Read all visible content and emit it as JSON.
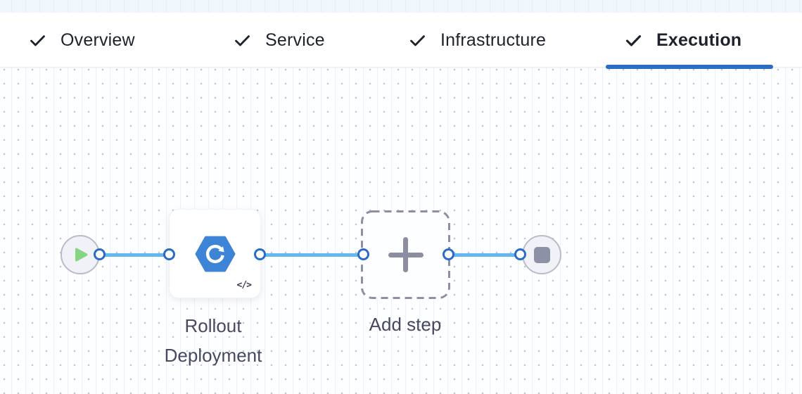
{
  "header": {
    "tabs": [
      {
        "label": "Overview",
        "state": "completed"
      },
      {
        "label": "Service",
        "state": "completed"
      },
      {
        "label": "Infrastructure",
        "state": "completed"
      },
      {
        "label": "Execution",
        "state": "active"
      }
    ],
    "active_tab": "Execution"
  },
  "pipeline": {
    "start_node": {
      "icon": "play-icon"
    },
    "step": {
      "label": "Rollout Deployment",
      "icon": "k8s-rollout-icon",
      "code_badge": "</>"
    },
    "add_step": {
      "label": "Add step",
      "icon": "plus-icon"
    },
    "end_node": {
      "icon": "stop-icon"
    }
  },
  "colors": {
    "active_tab_underline": "#2b6cc4",
    "connector_blue": "#64b7f0",
    "port_border_blue": "#2a6bc8",
    "step_icon_blue": "#3d84d6",
    "play_green": "#85d584",
    "stop_gray": "#8d91a5",
    "dashed_border_gray": "#8c90a3",
    "label_text": "#454a60",
    "tab_text": "#1d222b"
  }
}
